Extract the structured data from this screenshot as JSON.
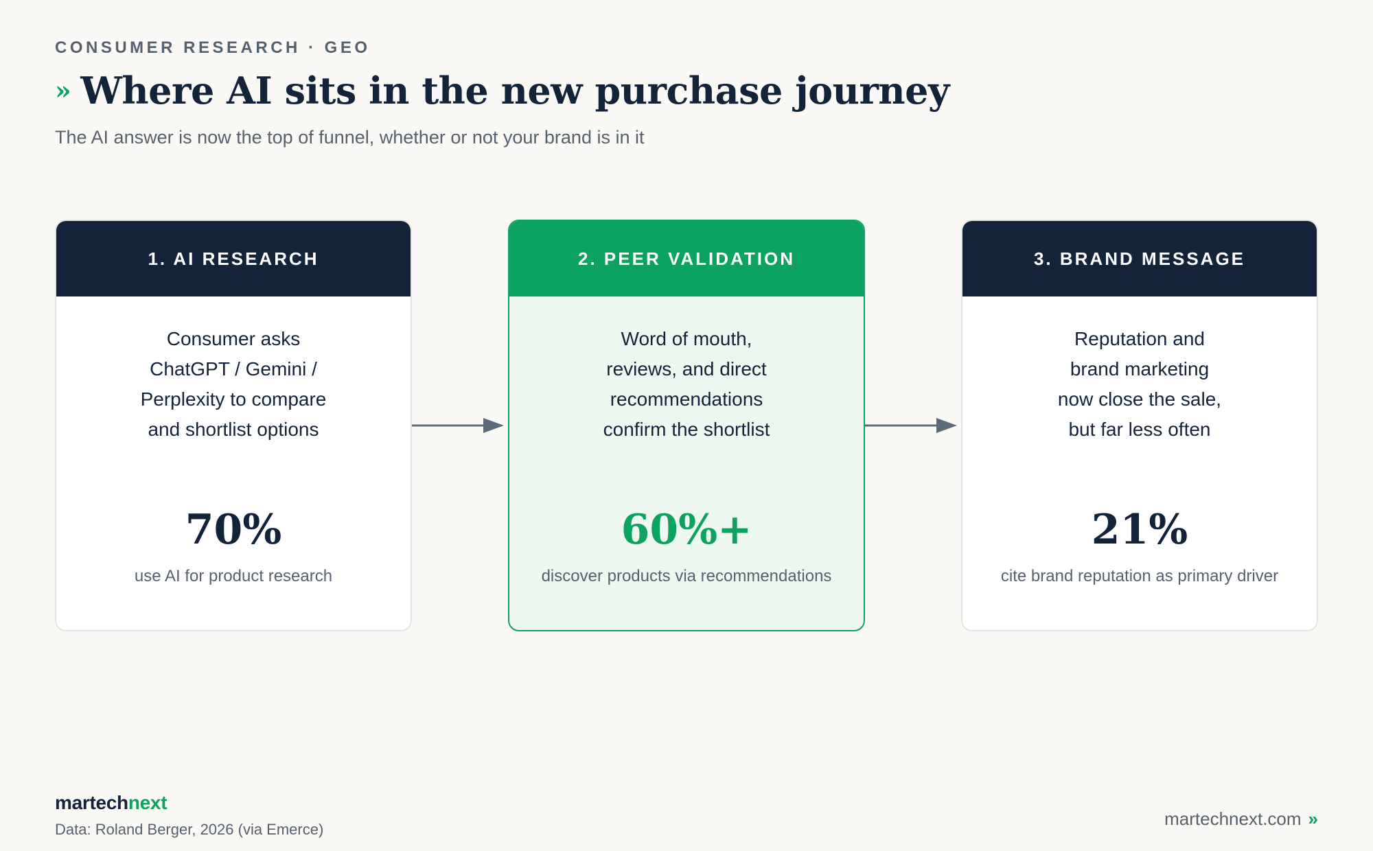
{
  "header": {
    "eyebrow": "CONSUMER RESEARCH · GEO",
    "title_icon": "»",
    "title": "Where AI sits in the new purchase journey",
    "subtitle": "The AI answer is now the top of funnel, whether or not your brand is in it"
  },
  "steps": [
    {
      "label": "1. AI RESEARCH",
      "description_lines": [
        "Consumer asks",
        "ChatGPT / Gemini /",
        "Perplexity to compare",
        "and shortlist options"
      ],
      "stat": "70%",
      "stat_label": "use AI for product research"
    },
    {
      "label": "2. PEER VALIDATION",
      "description_lines": [
        "Word of mouth,",
        "reviews, and direct",
        "recommendations",
        "confirm the shortlist"
      ],
      "stat": "60%+",
      "stat_label": "discover products via recommendations"
    },
    {
      "label": "3. BRAND MESSAGE",
      "description_lines": [
        "Reputation and",
        "brand marketing",
        "now close the sale,",
        "but far less often"
      ],
      "stat": "21%",
      "stat_label": "cite brand reputation as primary driver"
    }
  ],
  "footer": {
    "brand_main": "martech",
    "brand_accent": "next",
    "source": "Data: Roland Berger, 2026 (via Emerce)",
    "site": "martechnext.com",
    "site_icon": "»"
  },
  "colors": {
    "navy": "#12233a",
    "green": "#0ca25f",
    "muted": "#55616f",
    "background": "#faf9f5",
    "arrow": "#5b6b7a"
  }
}
